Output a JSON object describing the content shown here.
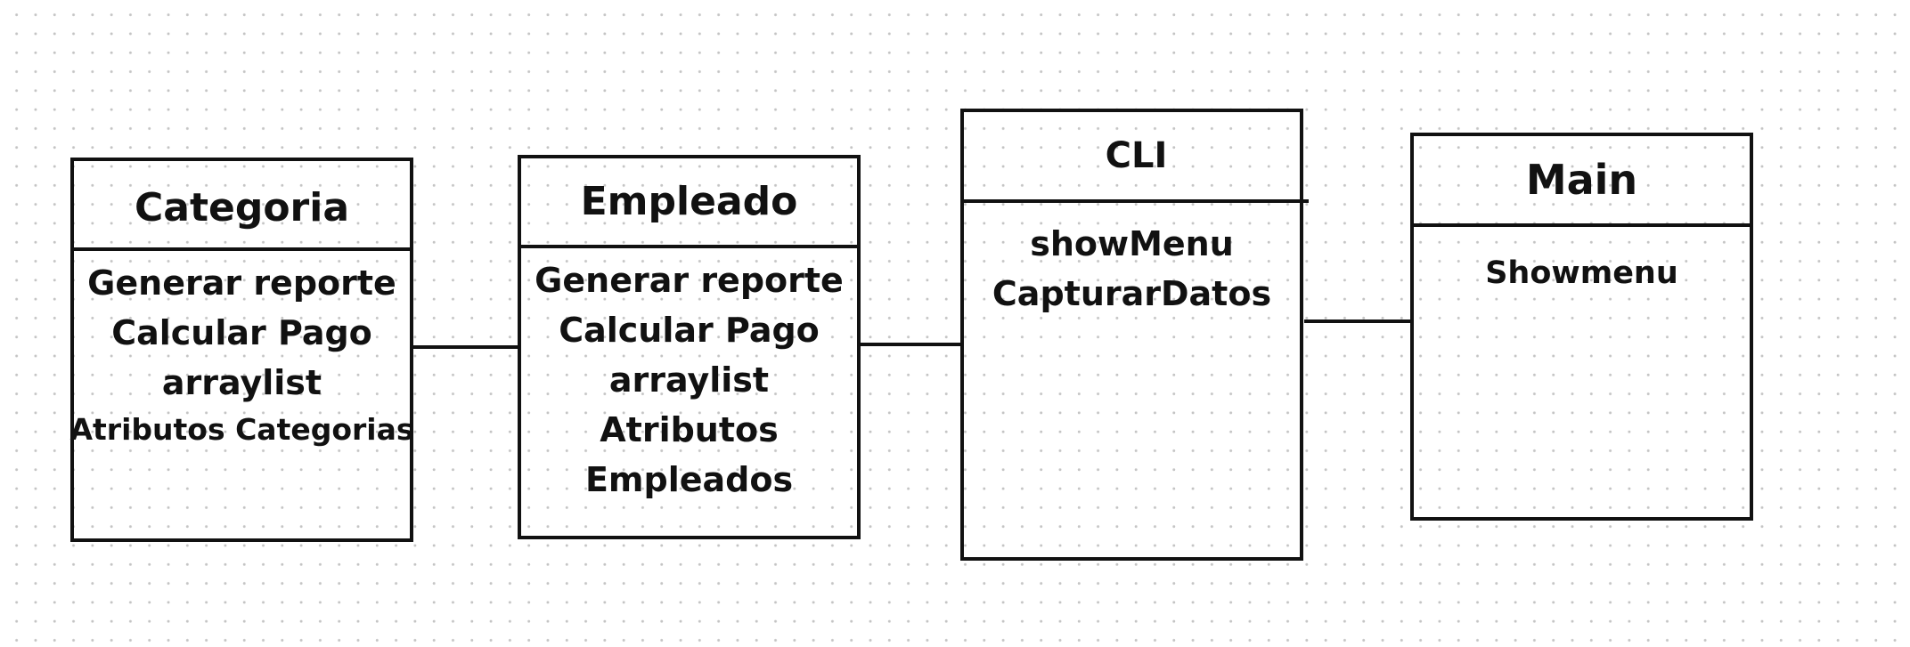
{
  "diagram": {
    "classes": [
      {
        "id": "categoria",
        "title": "Categoria",
        "items": [
          "Generar reporte",
          "Calcular Pago",
          "arraylist",
          "Atributos Categorias"
        ]
      },
      {
        "id": "empleado",
        "title": "Empleado",
        "items": [
          "Generar reporte",
          "Calcular Pago",
          "arraylist",
          "Atributos",
          "Empleados"
        ]
      },
      {
        "id": "cli",
        "title": "CLI",
        "items": [
          "showMenu",
          "CapturarDatos"
        ]
      },
      {
        "id": "main",
        "title": "Main",
        "items": [
          "Showmenu"
        ]
      }
    ],
    "connections": [
      {
        "from": "Categoria",
        "to": "Empleado"
      },
      {
        "from": "Empleado",
        "to": "CLI"
      },
      {
        "from": "CLI",
        "to": "Main"
      }
    ]
  }
}
